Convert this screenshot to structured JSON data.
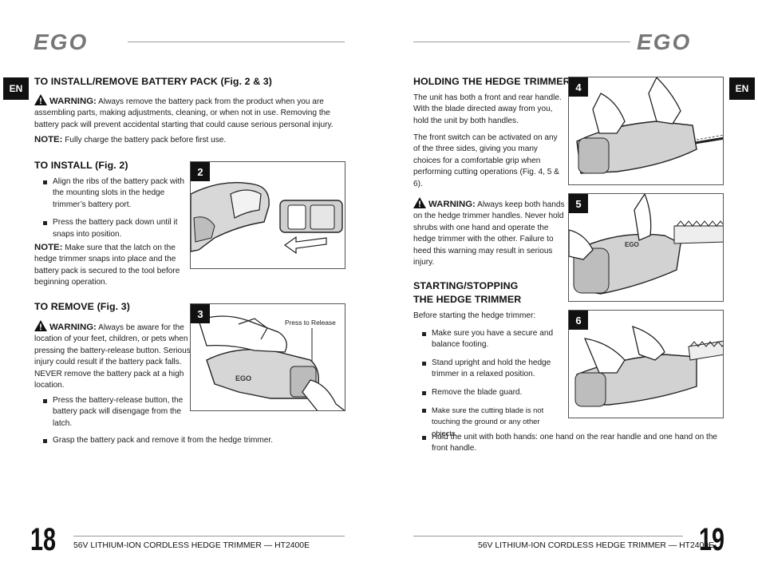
{
  "brand": "EGO",
  "language_tab": "EN",
  "footer": {
    "product": "56V LITHIUM-ION CORDLESS HEDGE TRIMMER — HT2400E",
    "left_page": "18",
    "right_page": "19"
  },
  "left": {
    "title": "TO INSTALL/REMOVE BATTERY PACK (Fig. 2 & 3)",
    "warning_label": "WARNING:",
    "warning_text": "Always remove the battery pack from the product when you are assembling parts, making adjustments, cleaning, or when not in use. Removing the battery pack will prevent accidental starting that could cause serious personal injury.",
    "note_label": "NOTE:",
    "note_text": "Fully charge the battery pack before first use.",
    "install": {
      "heading": "TO INSTALL (Fig. 2)",
      "bullets": [
        "Align the ribs of the battery pack with the mounting slots in the hedge trimmer’s battery port.",
        "Press the battery pack down until it snaps into position."
      ],
      "note_label": "NOTE:",
      "note_text": "Make sure that the latch on the hedge trimmer snaps into place and the battery pack is secured to the tool before beginning operation."
    },
    "remove": {
      "heading": "TO REMOVE (Fig. 3)",
      "warning_label": "WARNING:",
      "warning_text": "Always be aware for the location of your feet, children, or pets when pressing the battery-release button. Serious injury could result if the battery pack falls. NEVER remove the battery pack at a high location.",
      "bullets": [
        "Press the battery-release button, the battery pack will disengage from the latch.",
        "Grasp the battery pack and remove it from the hedge trimmer."
      ]
    },
    "fig2": {
      "number": "2"
    },
    "fig3": {
      "number": "3",
      "callout": "Press to Release"
    }
  },
  "right": {
    "holding": {
      "heading": "HOLDING THE HEDGE TRIMMER",
      "para1": "The unit has both a front and rear handle. With the blade directed away from you, hold the unit by both handles.",
      "para2": "The front switch can be activated on any of the three sides, giving you many choices for a comfortable grip when performing cutting operations (Fig. 4, 5 & 6).",
      "warning_label": "WARNING:",
      "warning_text": "Always keep both hands on the hedge trimmer handles. Never hold shrubs with one hand and operate the hedge trimmer with the other. Failure to heed this warning may result in serious injury."
    },
    "starting": {
      "heading_line1": "STARTING/STOPPING",
      "heading_line2": "THE HEDGE TRIMMER",
      "intro": "Before starting the hedge trimmer:",
      "bullets": [
        "Make sure you have a secure and balance footing.",
        "Stand upright and hold the hedge trimmer in a relaxed position.",
        "Remove the blade guard.",
        "Make sure the cutting blade is not touching the ground or any other objects.",
        "Hold the unit with both hands: one hand on the rear handle and one hand on the front handle."
      ]
    },
    "fig4": {
      "number": "4"
    },
    "fig5": {
      "number": "5"
    },
    "fig6": {
      "number": "6"
    }
  }
}
